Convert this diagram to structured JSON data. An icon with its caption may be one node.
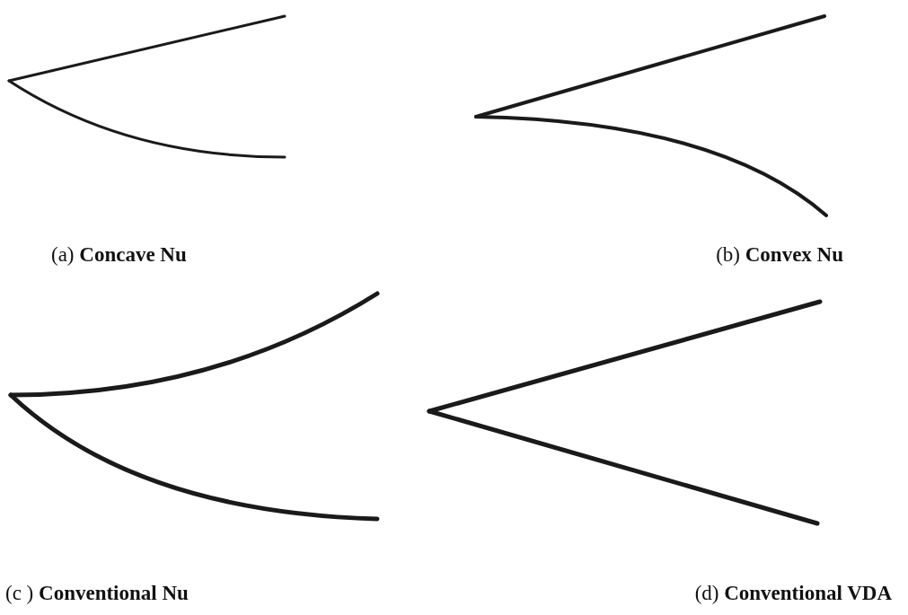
{
  "diagram": {
    "labels": [
      "(a) **Concave Nu**",
      "(b) **Convex Nu**",
      "(c ) **Conventional Nu**",
      "(d) **Conventional VDA**"
    ]
  }
}
